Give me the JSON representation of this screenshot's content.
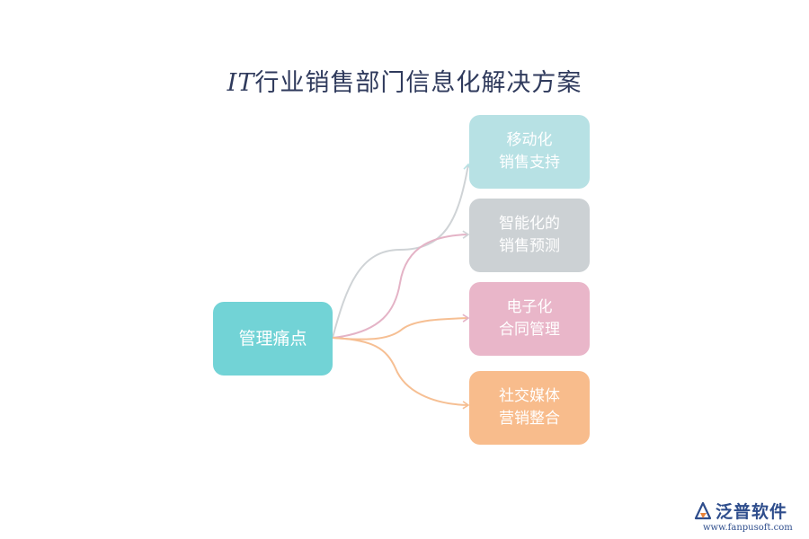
{
  "title": {
    "prefix": "IT",
    "text": "行业销售部门信息化解决方案"
  },
  "root": {
    "label": "管理痛点",
    "color": "#72d3d6"
  },
  "branches": [
    {
      "line1": "移动化",
      "line2": "销售支持",
      "color": "#b7e1e4",
      "stroke": "#b7e1e4"
    },
    {
      "line1": "智能化的",
      "line2": "销售预测",
      "color": "#ccd1d4",
      "stroke": "#cfd3d6"
    },
    {
      "line1": "电子化",
      "line2": "合同管理",
      "color": "#e9b6c9",
      "stroke": "#e4b3c6"
    },
    {
      "line1": "社交媒体",
      "line2": "营销整合",
      "color": "#f8bc8c",
      "stroke": "#f6bf93"
    }
  ],
  "logo": {
    "brand": "泛普软件",
    "url": "www.fanpusoft.com",
    "color": "#2e4d8c",
    "accent": "#e8833a"
  }
}
